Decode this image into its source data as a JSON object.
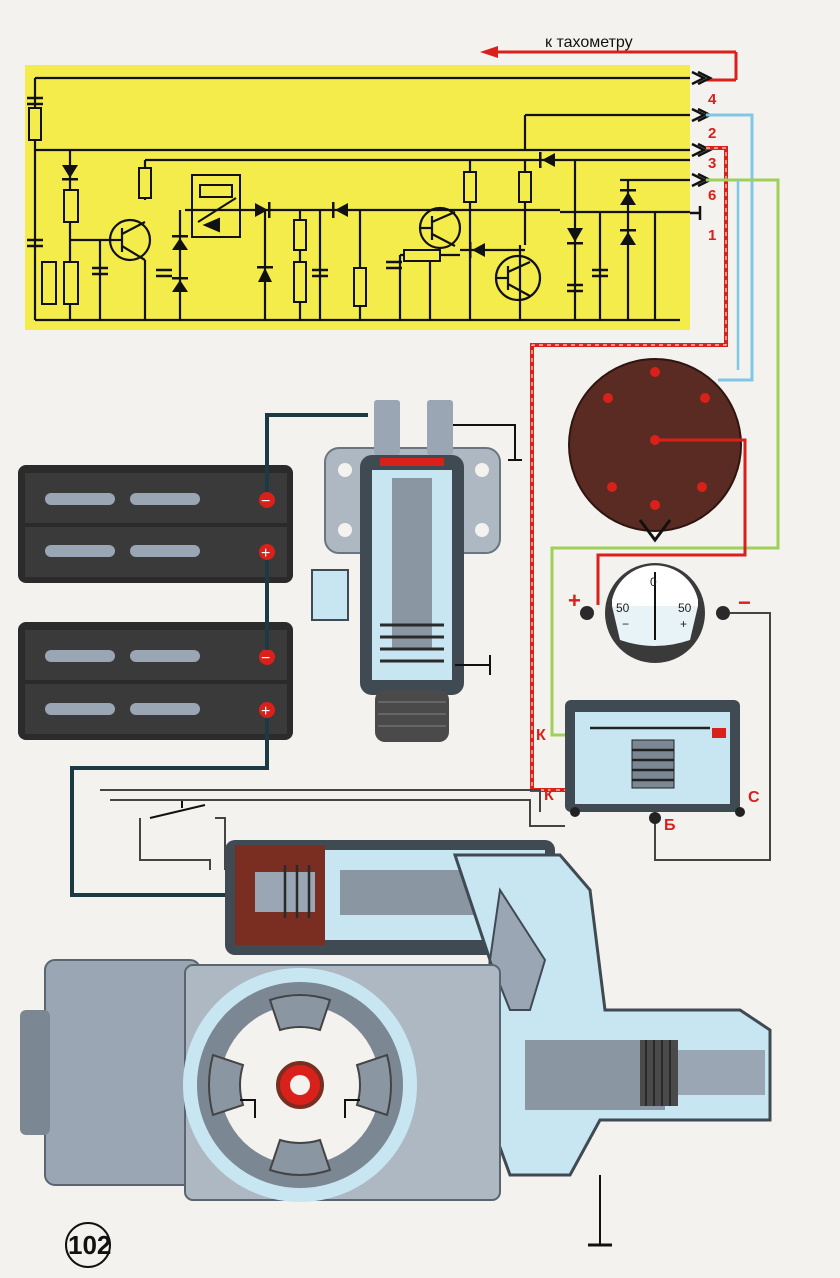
{
  "header": {
    "tachometer_label": "к тахометру"
  },
  "terminals": [
    "4",
    "2",
    "3",
    "6",
    "1"
  ],
  "battery": {
    "minus_sign": "−",
    "plus_sign": "+"
  },
  "ammeter": {
    "plus_sign": "+",
    "minus_sign": "−",
    "scale_left": "50",
    "scale_center": "0",
    "scale_right": "50",
    "sub_left": "−",
    "sub_right": "+"
  },
  "relay": {
    "terminal_k_top": "К",
    "terminal_k_bottom": "К",
    "terminal_b": "Б",
    "terminal_c": "С"
  },
  "page_number": "102",
  "colors": {
    "panel": "#f3ec4a",
    "red_wire": "#d9201a",
    "blue_wire": "#7ec8e6",
    "green_wire": "#9fd05a",
    "distributor": "#5a2b22",
    "steel": "#9aa6b3",
    "housing": "#c7e6f2"
  }
}
